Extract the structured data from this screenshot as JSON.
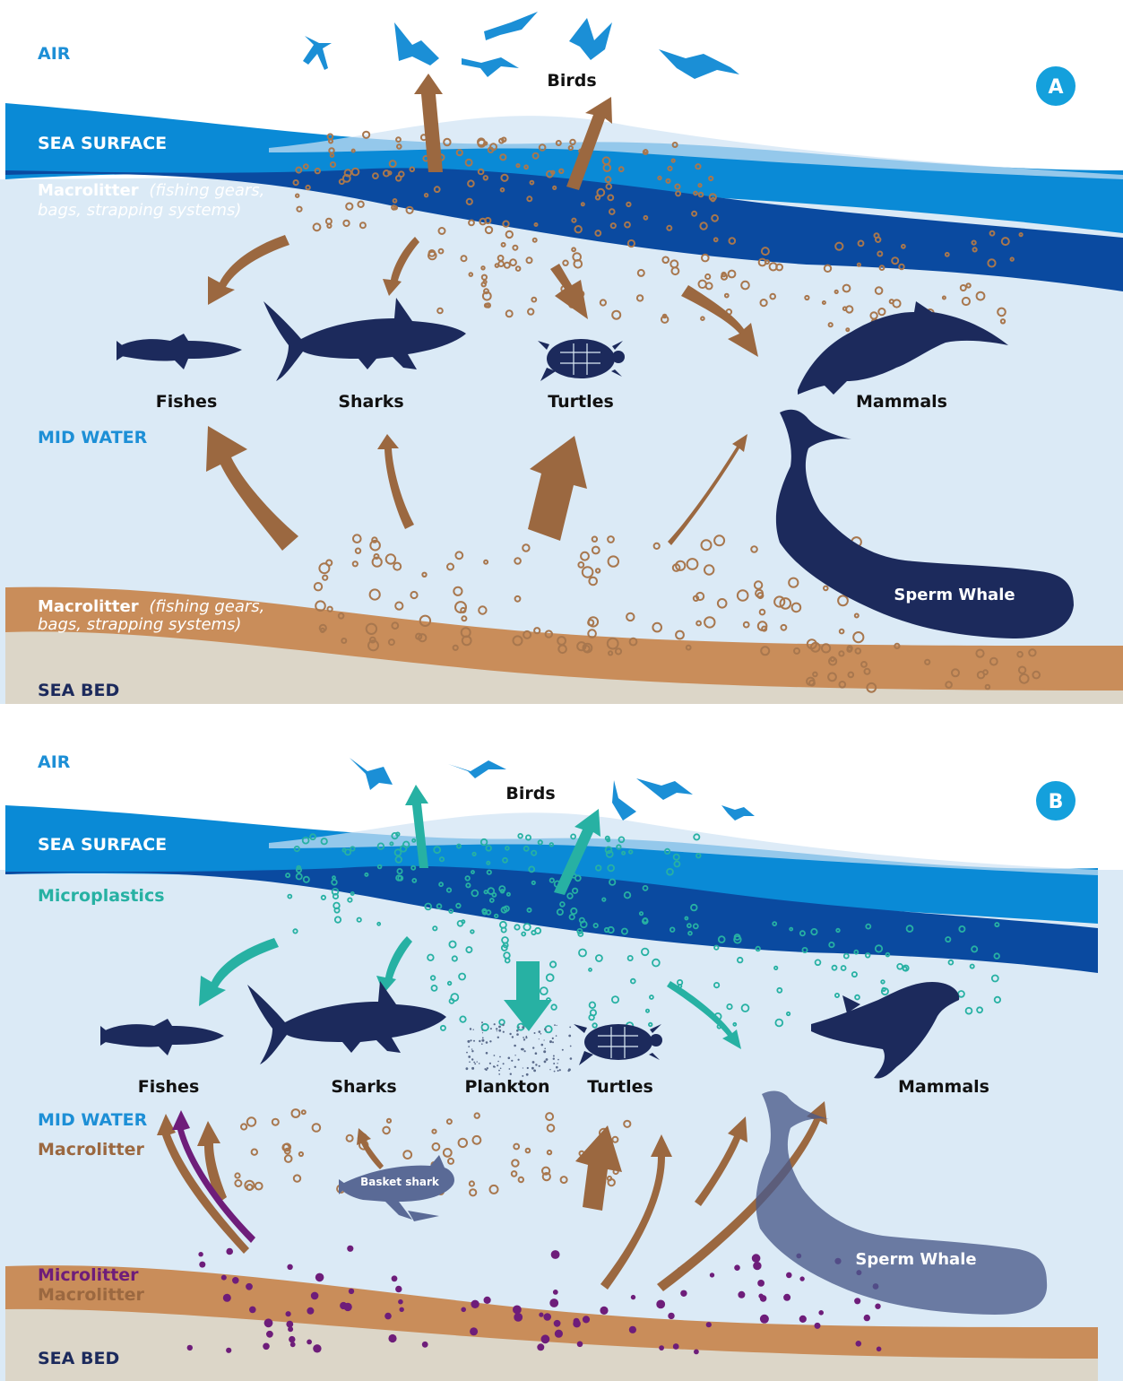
{
  "colors": {
    "sky_zone_label": "#1d8fd6",
    "sea_surface": "#0a8ad6",
    "macro_band": "#0a4aa0",
    "water": "#dbeaf6",
    "seabed_sand": "#c98d5a",
    "seabed": "#dcd6c8",
    "animal": "#1c2a5c",
    "arrow_macro": "#9b6840",
    "arrow_micro": "#27b1a3",
    "microlitter": "#6e1d7a",
    "bird": "#1b8fd6",
    "badge": "#14a0dc"
  },
  "panel_a": {
    "badge": "A",
    "zone_air": "AIR",
    "zone_sea_surface": "SEA SURFACE",
    "macro_top_bold": "Macrolitter",
    "macro_top_italic_1": "(fishing gears,",
    "macro_top_italic_2": "bags, strapping systems)",
    "zone_mid_water": "MID WATER",
    "macro_bottom_bold": "Macrolitter",
    "macro_bottom_italic_1": "(fishing gears,",
    "macro_bottom_italic_2": "bags, strapping systems)",
    "zone_sea_bed": "SEA BED",
    "birds": "Birds",
    "fishes": "Fishes",
    "sharks": "Sharks",
    "turtles": "Turtles",
    "mammals": "Mammals",
    "sperm_whale": "Sperm Whale"
  },
  "panel_b": {
    "badge": "B",
    "zone_air": "AIR",
    "zone_sea_surface": "SEA SURFACE",
    "microplastics": "Microplastics",
    "zone_mid_water": "MID WATER",
    "macrolitter_mid": "Macrolitter",
    "microlitter": "Microlitter",
    "macrolitter_bed": "Macrolitter",
    "zone_sea_bed": "SEA BED",
    "birds": "Birds",
    "fishes": "Fishes",
    "sharks": "Sharks",
    "plankton": "Plankton",
    "turtles": "Turtles",
    "mammals": "Mammals",
    "basket_shark": "Basket shark",
    "sperm_whale": "Sperm Whale"
  }
}
